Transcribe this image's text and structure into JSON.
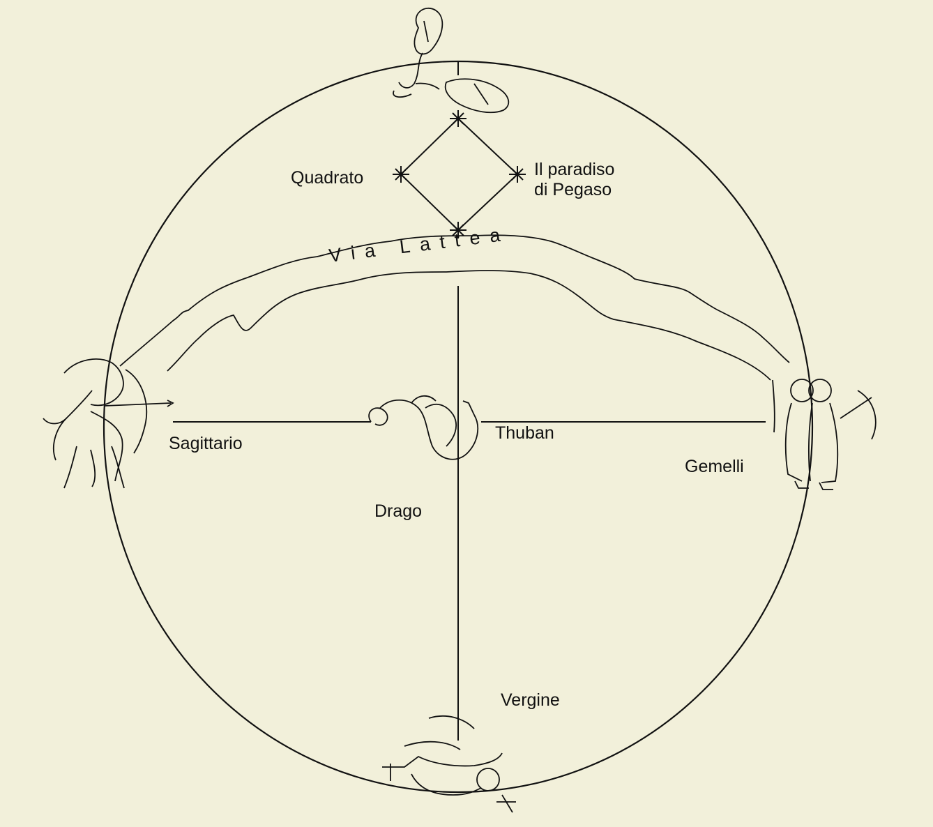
{
  "labels": {
    "quadrato": "Quadrato",
    "paradiso_line1": "Il paradiso",
    "paradiso_line2": "di Pegaso",
    "via_lattea": "Via Lattea",
    "sagittario": "Sagittario",
    "thuban": "Thuban",
    "gemelli": "Gemelli",
    "drago": "Drago",
    "vergine": "Vergine"
  },
  "figures": {
    "top": "pesci-figure",
    "left": "sagittario-figure",
    "right": "gemelli-figure",
    "bottom": "vergine-figure",
    "center": "drago-figure"
  },
  "colors": {
    "paper": "#f2f0da",
    "ink": "#111111",
    "bleed_text": "#78735f"
  }
}
